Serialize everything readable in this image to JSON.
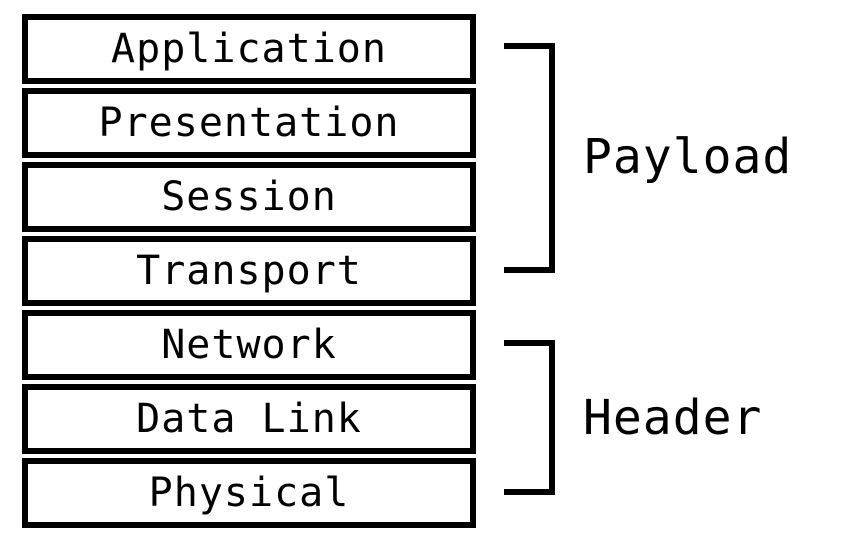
{
  "diagram": {
    "layers": [
      {
        "label": "Application"
      },
      {
        "label": "Presentation"
      },
      {
        "label": "Session"
      },
      {
        "label": "Transport"
      },
      {
        "label": "Network"
      },
      {
        "label": "Data Link"
      },
      {
        "label": "Physical"
      }
    ],
    "groups": [
      {
        "label": "Payload",
        "spans": "Application–Transport"
      },
      {
        "label": "Header",
        "spans": "Network–Physical"
      }
    ]
  }
}
